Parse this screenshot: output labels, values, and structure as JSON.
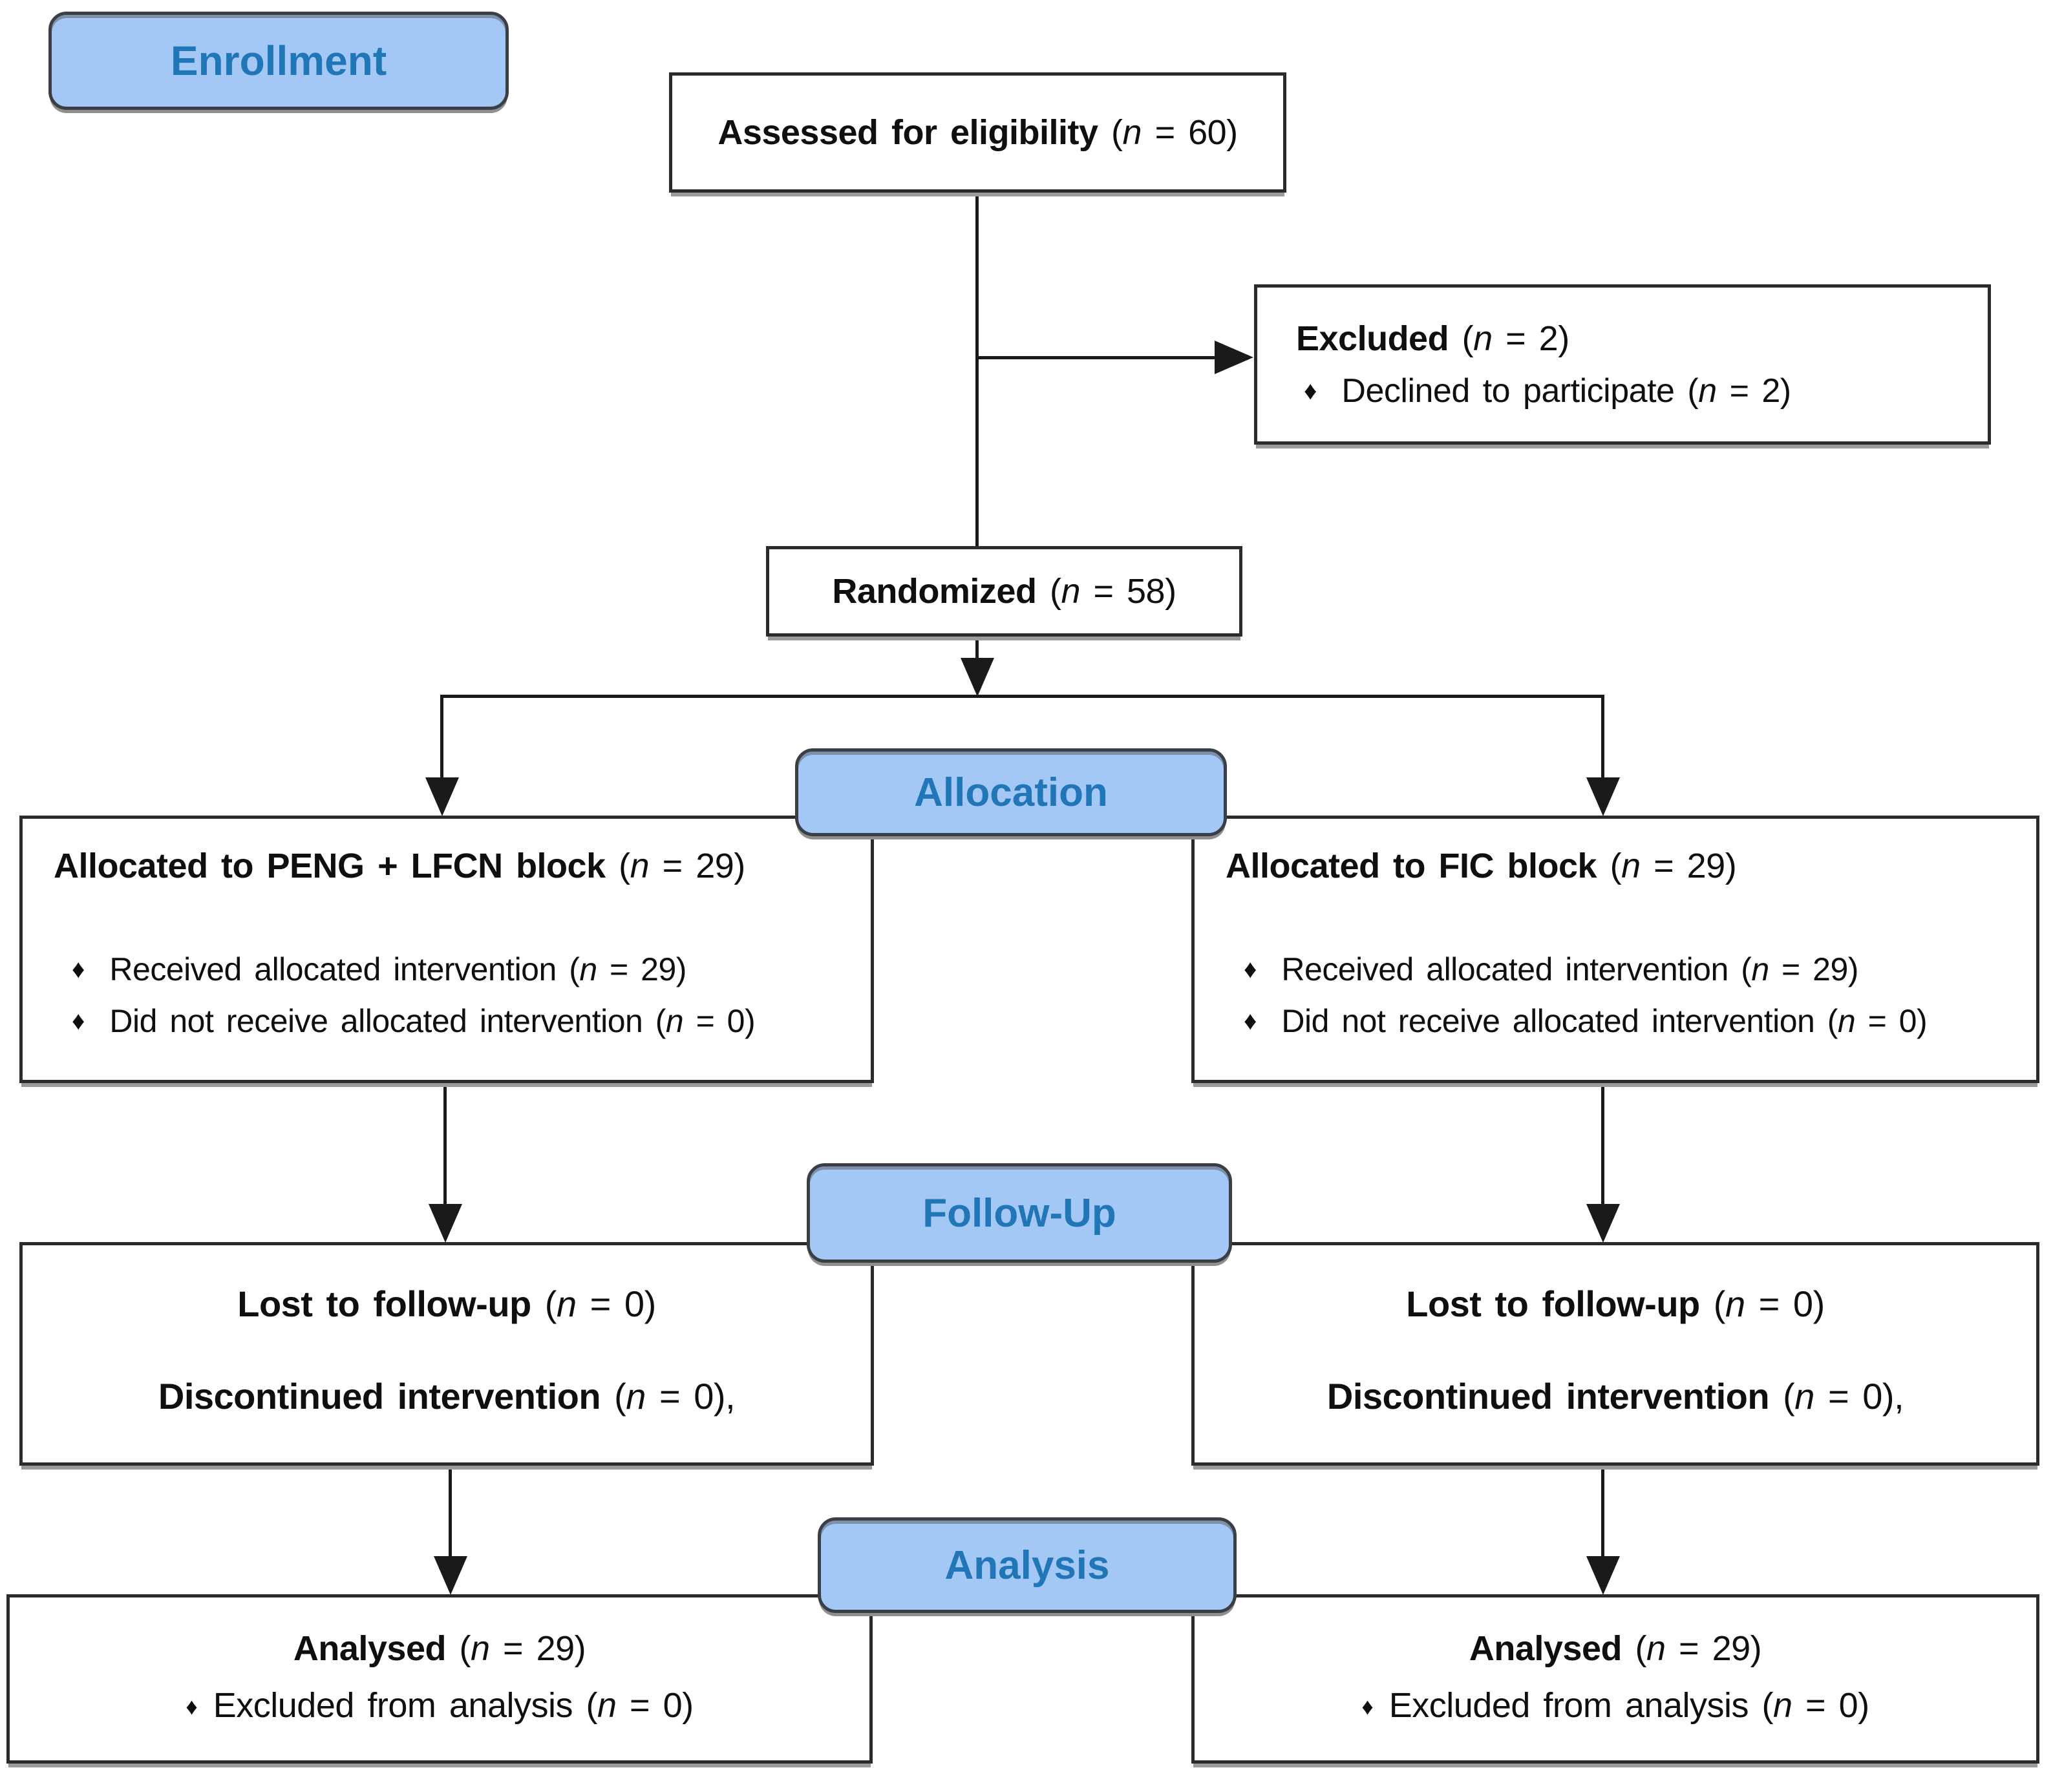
{
  "glyphs": {
    "bullet": "♦",
    "n_symbol": "n"
  },
  "colors": {
    "stage_fill": "#A4C8F6",
    "stage_text": "#2176B7",
    "box_border": "#2b2b2b",
    "line": "#1a1a1a"
  },
  "stages": {
    "enrollment": "Enrollment",
    "allocation": "Allocation",
    "followup": "Follow-Up",
    "analysis": "Analysis"
  },
  "boxes": {
    "assessed": {
      "label": "Assessed for eligibility",
      "n": "60"
    },
    "excluded": {
      "label": "Excluded",
      "n": "2",
      "items": [
        {
          "label": "Declined to participate",
          "n": "2"
        }
      ]
    },
    "randomized": {
      "label": "Randomized",
      "n": "58"
    },
    "allocation_left": {
      "label": "Allocated to PENG + LFCN block",
      "n": "29",
      "items": [
        {
          "label": "Received allocated intervention",
          "n": "29"
        },
        {
          "label": "Did not receive allocated intervention",
          "n": "0"
        }
      ]
    },
    "allocation_right": {
      "label": "Allocated to FIC block",
      "n": "29",
      "items": [
        {
          "label": "Received allocated intervention",
          "n": "29"
        },
        {
          "label": "Did not receive allocated intervention",
          "n": "0"
        }
      ]
    },
    "followup_left": {
      "lines": [
        {
          "label": "Lost to follow-up",
          "n": "0"
        },
        {
          "label": "Discontinued intervention",
          "n": "0",
          "suffix": ","
        }
      ]
    },
    "followup_right": {
      "lines": [
        {
          "label": "Lost to follow-up",
          "n": "0"
        },
        {
          "label": "Discontinued intervention",
          "n": "0",
          "suffix": ","
        }
      ]
    },
    "analysis_left": {
      "label": "Analysed",
      "n": "29",
      "items": [
        {
          "label": "Excluded from analysis",
          "n": "0"
        }
      ]
    },
    "analysis_right": {
      "label": "Analysed",
      "n": "29",
      "items": [
        {
          "label": "Excluded from analysis",
          "n": "0"
        }
      ]
    }
  }
}
